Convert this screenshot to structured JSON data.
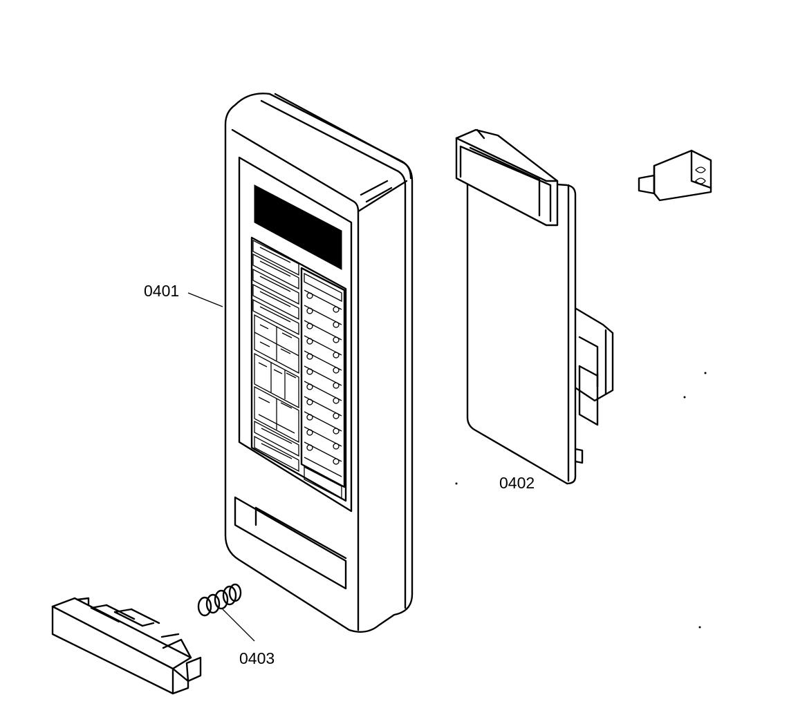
{
  "diagram": {
    "labels": {
      "part_0401": "0401",
      "part_0402": "0402",
      "part_0403": "0403"
    }
  }
}
